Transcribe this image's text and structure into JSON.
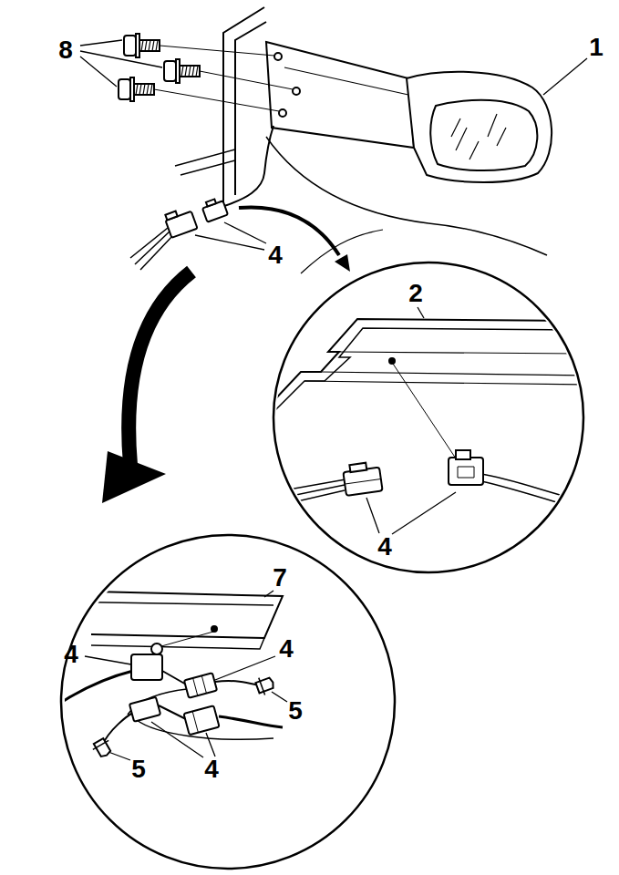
{
  "diagram": {
    "labels": [
      "8",
      "1",
      "4",
      "2",
      "4",
      "7",
      "4",
      "4",
      "5",
      "5",
      "4"
    ]
  }
}
